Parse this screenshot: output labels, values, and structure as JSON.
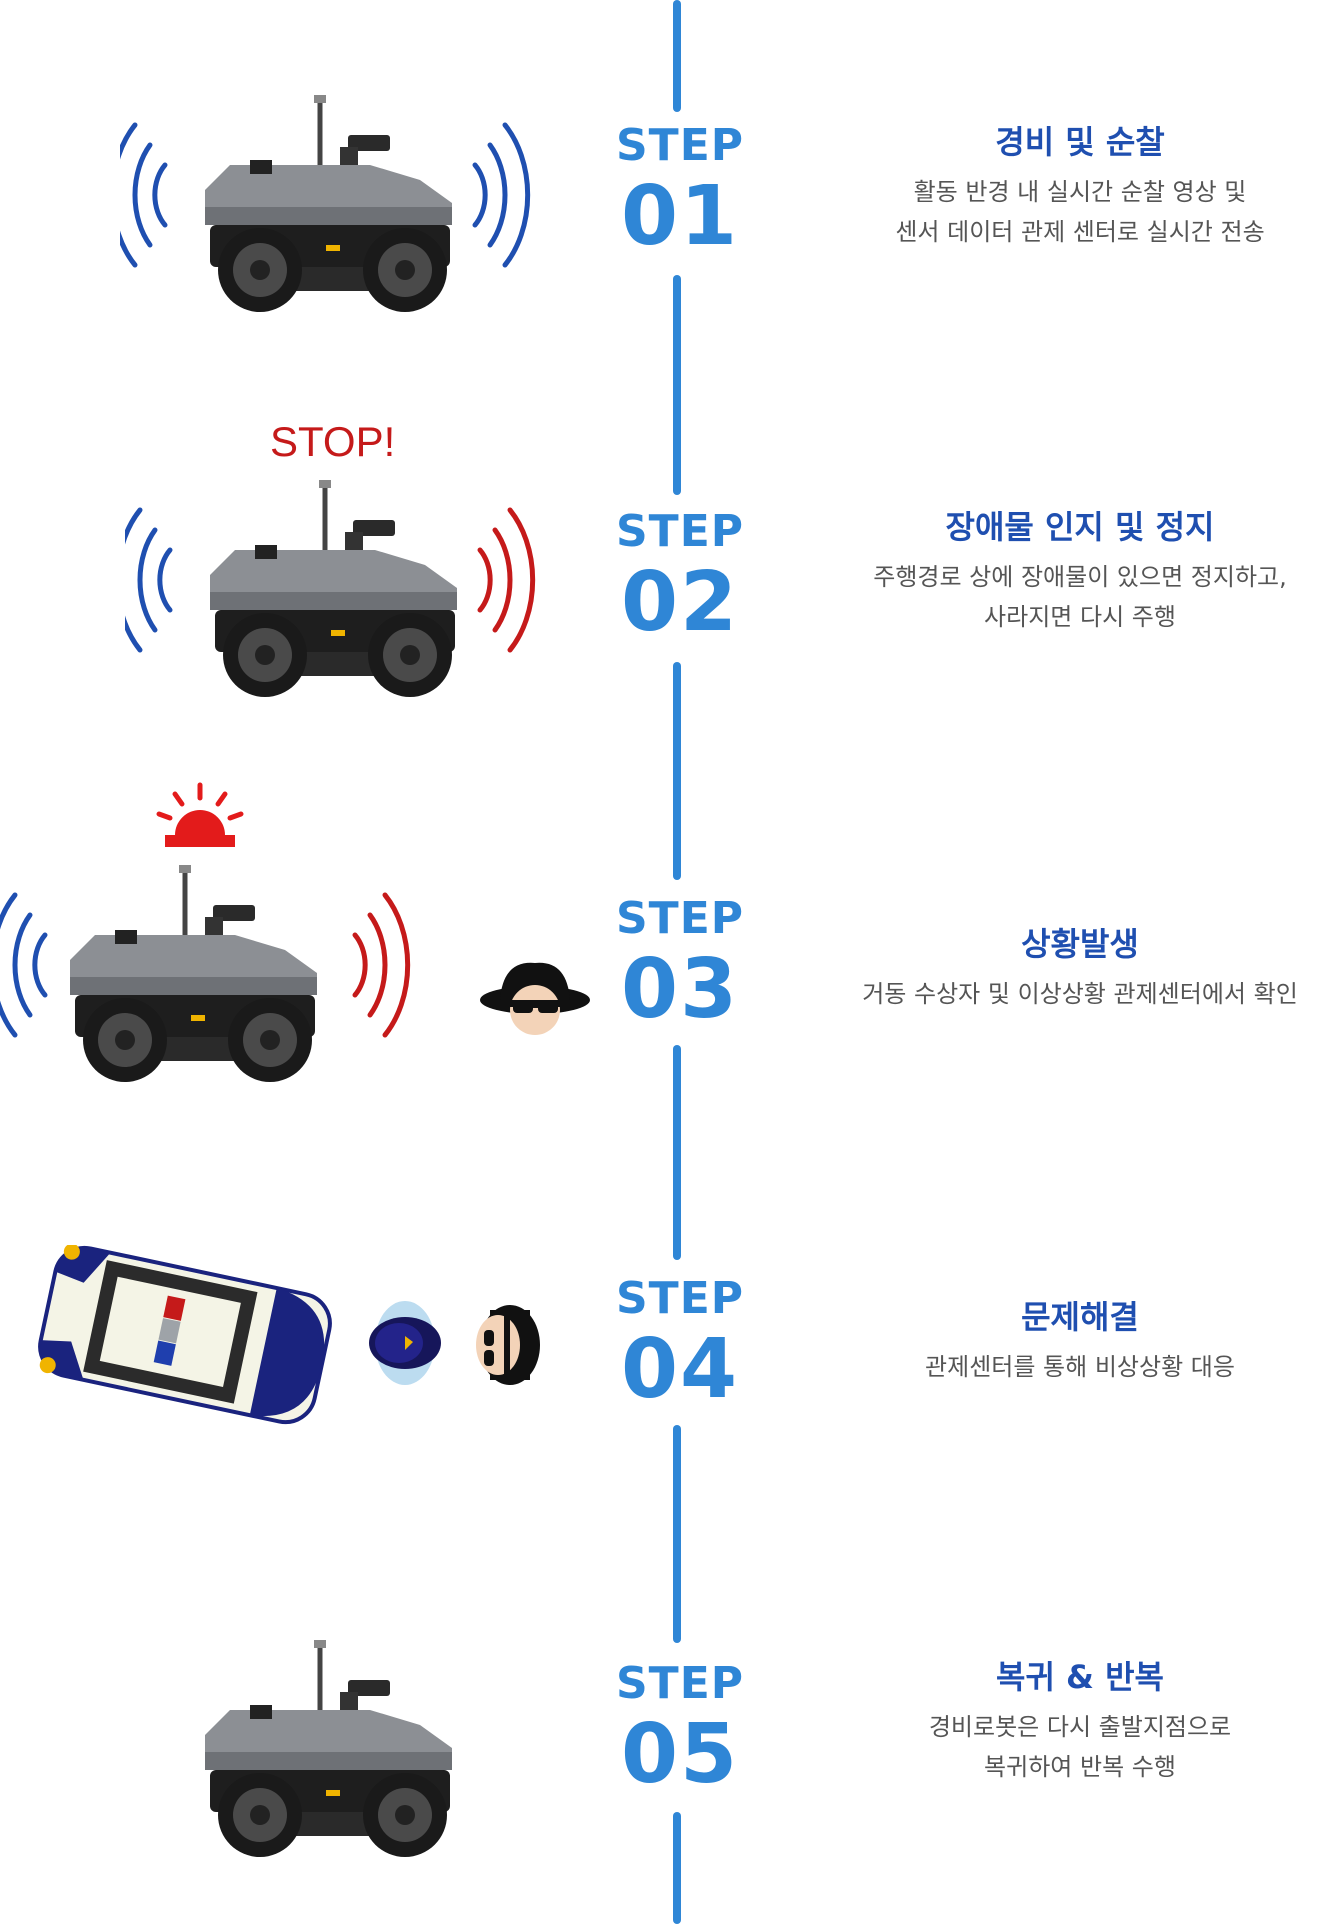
{
  "steps": [
    {
      "word": "STEP",
      "num": "01",
      "title": "경비 및 순찰",
      "lines": [
        "활동 반경 내 실시간 순찰 영상 및",
        "센서 데이터 관제 센터로 실시간 전송"
      ]
    },
    {
      "word": "STEP",
      "num": "02",
      "title": "장애물 인지 및 정지",
      "lines": [
        "주행경로 상에 장애물이 있으면 정지하고,",
        "사라지면 다시 주행"
      ]
    },
    {
      "word": "STEP",
      "num": "03",
      "title": "상황발생",
      "lines": [
        "거동 수상자 및 이상상황 관제센터에서 확인"
      ]
    },
    {
      "word": "STEP",
      "num": "04",
      "title": "문제해결",
      "lines": [
        "관제센터를 통해 비상상황 대응"
      ]
    },
    {
      "word": "STEP",
      "num": "05",
      "title": "복귀 & 반복",
      "lines": [
        "경비로봇은 다시 출발지점으로",
        "복귀하여 반복 수행"
      ]
    }
  ],
  "stop_text": "STOP!",
  "icons": {
    "robot": "robot-icon",
    "siren": "siren-icon",
    "thief": "thief-icon",
    "police_car": "police-car-icon",
    "police_officer": "police-officer-icon"
  },
  "colors": {
    "accent": "#2f86d6",
    "title": "#1f4fb0",
    "text": "#555555",
    "wave_blue": "#1f4fb0",
    "wave_red": "#c51a1a"
  }
}
